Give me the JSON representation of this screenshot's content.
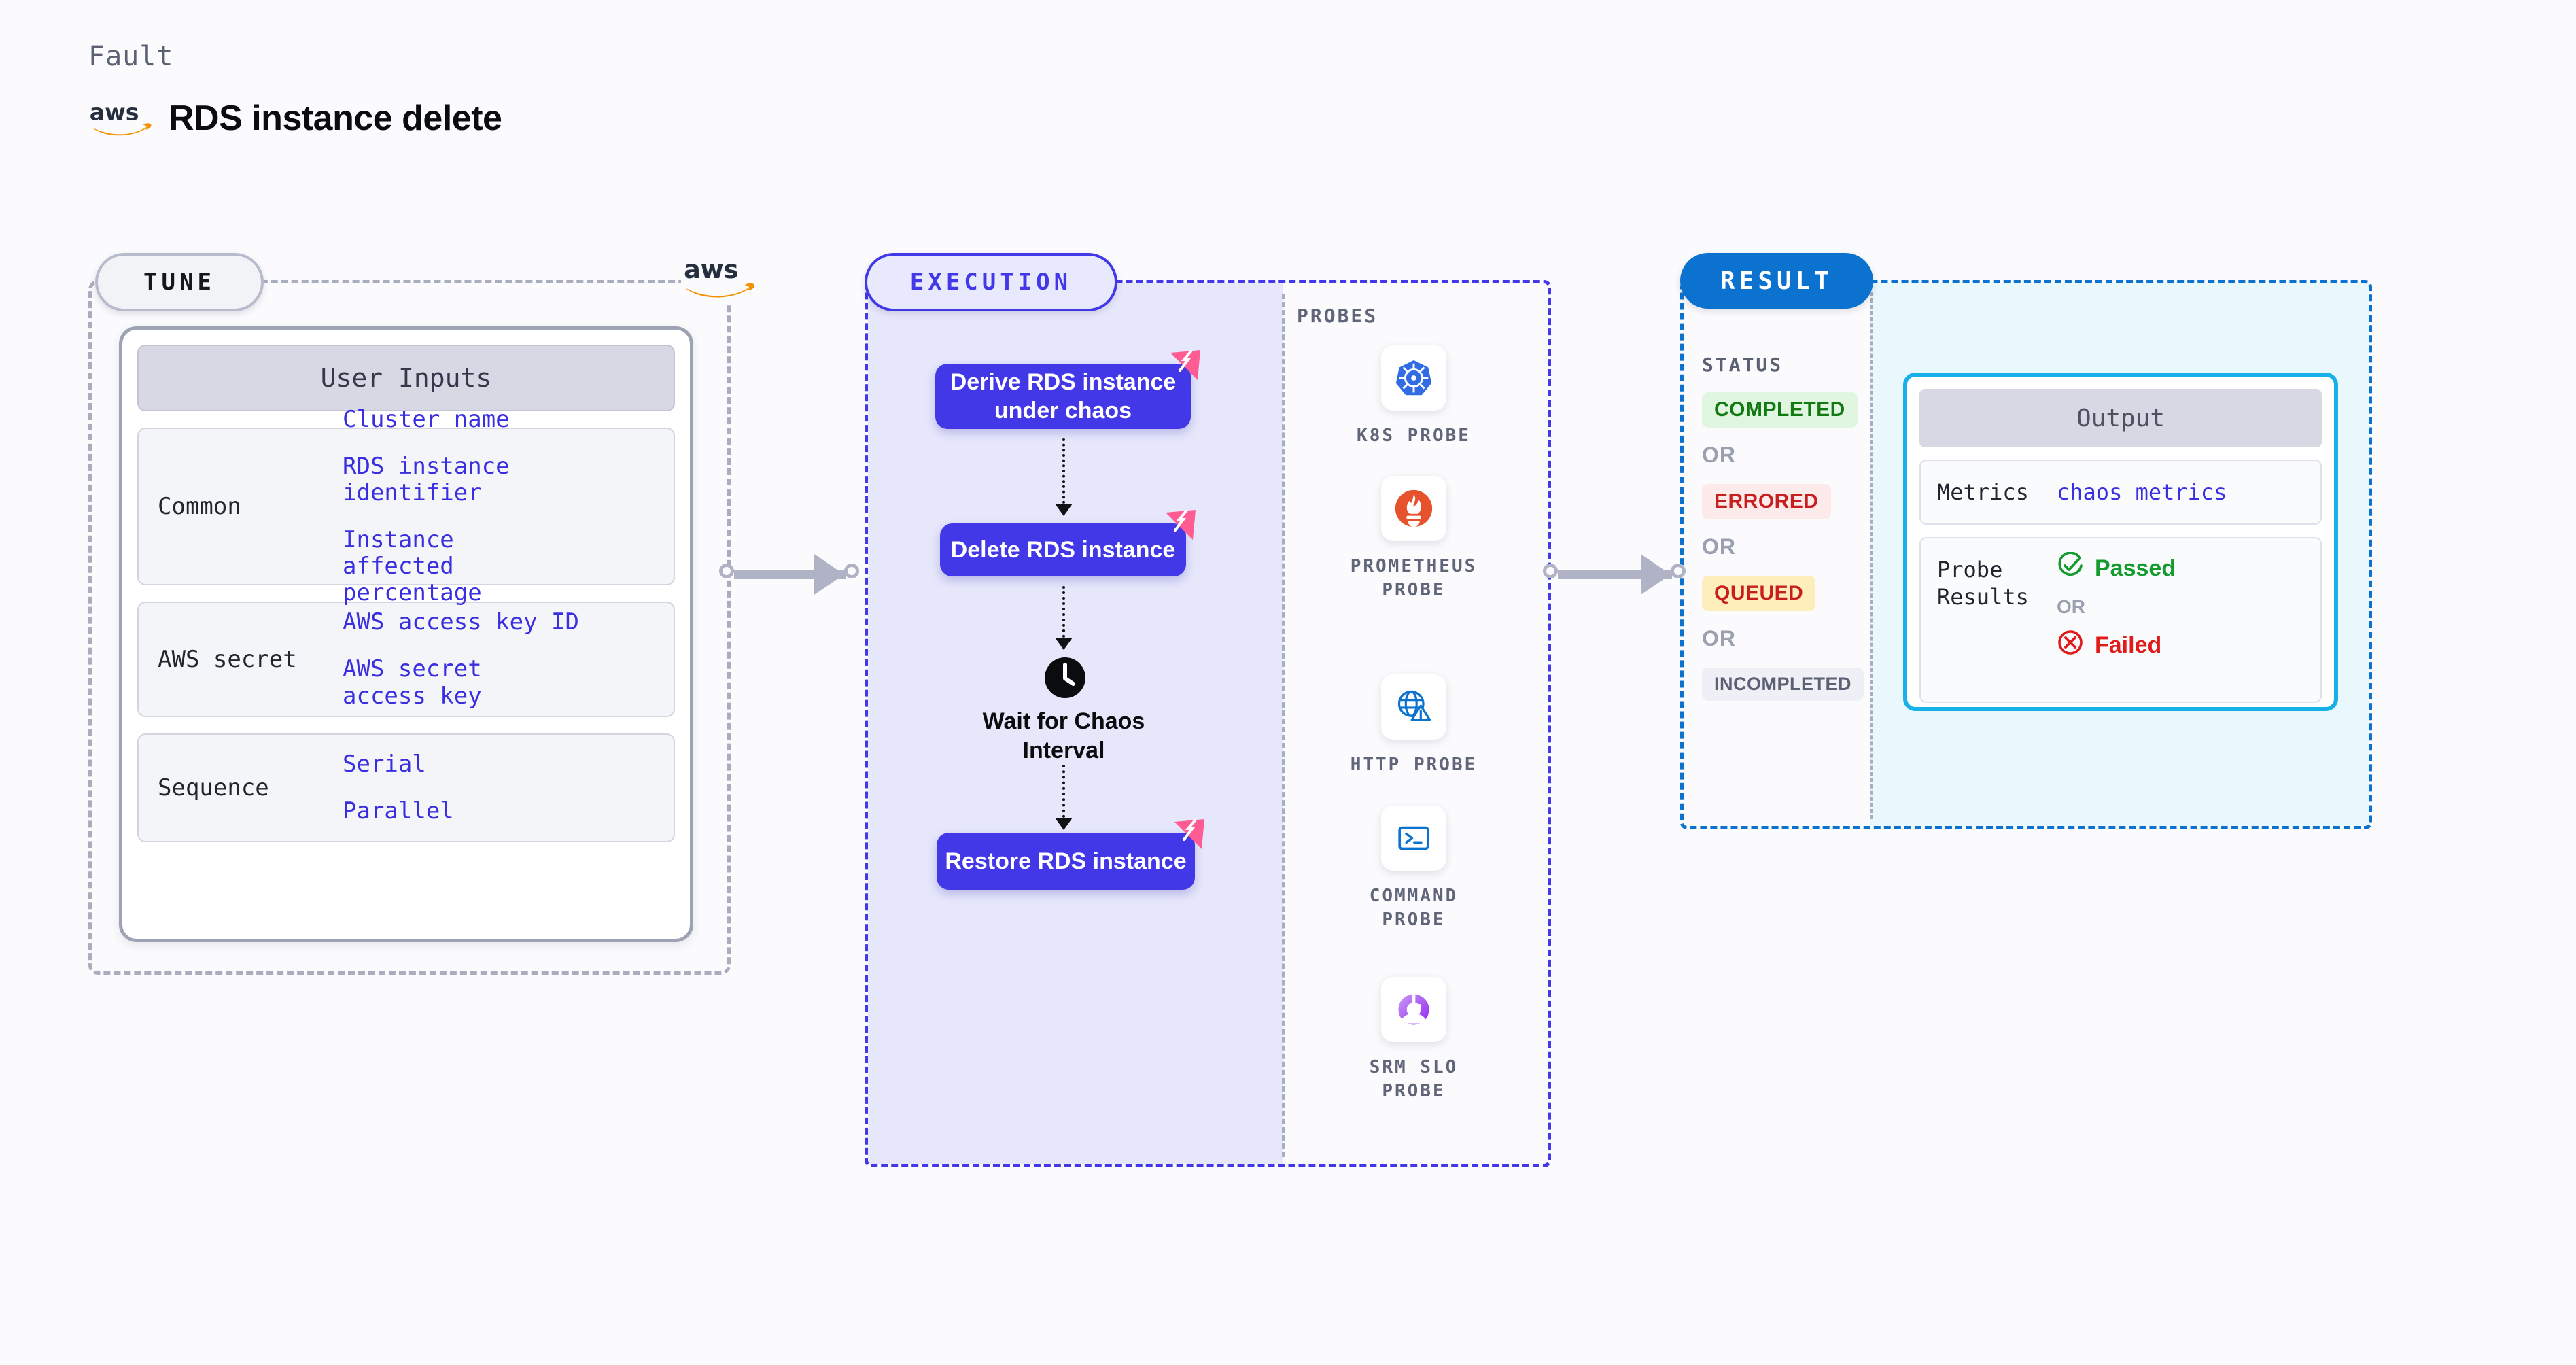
{
  "header": {
    "kicker": "Fault",
    "title": "RDS instance delete",
    "brand_icon": "aws-logo"
  },
  "tune": {
    "pill_label": "TUNE",
    "brand_icon": "aws-logo",
    "card_title": "User Inputs",
    "groups": [
      {
        "label": "Common",
        "values": [
          "Cluster name",
          "RDS instance identifier",
          "Instance affected percentage"
        ]
      },
      {
        "label": "AWS secret",
        "values": [
          "AWS access key ID",
          "AWS secret access key"
        ]
      },
      {
        "label": "Sequence",
        "values": [
          "Serial",
          "Parallel"
        ]
      }
    ]
  },
  "execution": {
    "pill_label": "EXECUTION",
    "nodes": [
      {
        "label": "Derive RDS instance under chaos",
        "badge": "litmus-icon"
      },
      {
        "label": "Delete RDS instance",
        "badge": "litmus-icon"
      },
      {
        "label": "Wait for Chaos Interval",
        "badge": "clock-icon"
      },
      {
        "label": "Restore RDS instance",
        "badge": "litmus-icon"
      }
    ],
    "probes_title": "PROBES",
    "probes": [
      {
        "name": "K8S PROBE",
        "icon": "kubernetes-icon"
      },
      {
        "name": "PROMETHEUS PROBE",
        "icon": "prometheus-icon"
      },
      {
        "name": "HTTP PROBE",
        "icon": "http-globe-icon"
      },
      {
        "name": "COMMAND PROBE",
        "icon": "terminal-icon"
      },
      {
        "name": "SRM SLO PROBE",
        "icon": "srm-slo-icon"
      }
    ]
  },
  "result": {
    "pill_label": "RESULT",
    "status_title": "STATUS",
    "or_label": "OR",
    "statuses": [
      {
        "label": "COMPLETED",
        "bg": "#e0f6e0",
        "fg": "#137a13"
      },
      {
        "label": "ERRORED",
        "bg": "#fdeaea",
        "fg": "#c81e1e"
      },
      {
        "label": "QUEUED",
        "bg": "#fdeebc",
        "fg": "#c81e1e"
      },
      {
        "label": "INCOMPLETED",
        "bg": "#eff0f5",
        "fg": "#5b6072"
      }
    ],
    "output": {
      "title": "Output",
      "metrics_label": "Metrics",
      "metrics_value": "chaos metrics",
      "probe_results_label": "Probe Results",
      "passed_label": "Passed",
      "failed_label": "Failed",
      "or_label": "OR",
      "passed_color": "#159a2e",
      "failed_color": "#e01b1b"
    }
  },
  "colors": {
    "accent_indigo": "#4338e8",
    "accent_blue": "#0b72cf",
    "accent_cyan": "#18b0e8",
    "litmus_pink": "#ff5c93",
    "aws_orange": "#f29100"
  }
}
